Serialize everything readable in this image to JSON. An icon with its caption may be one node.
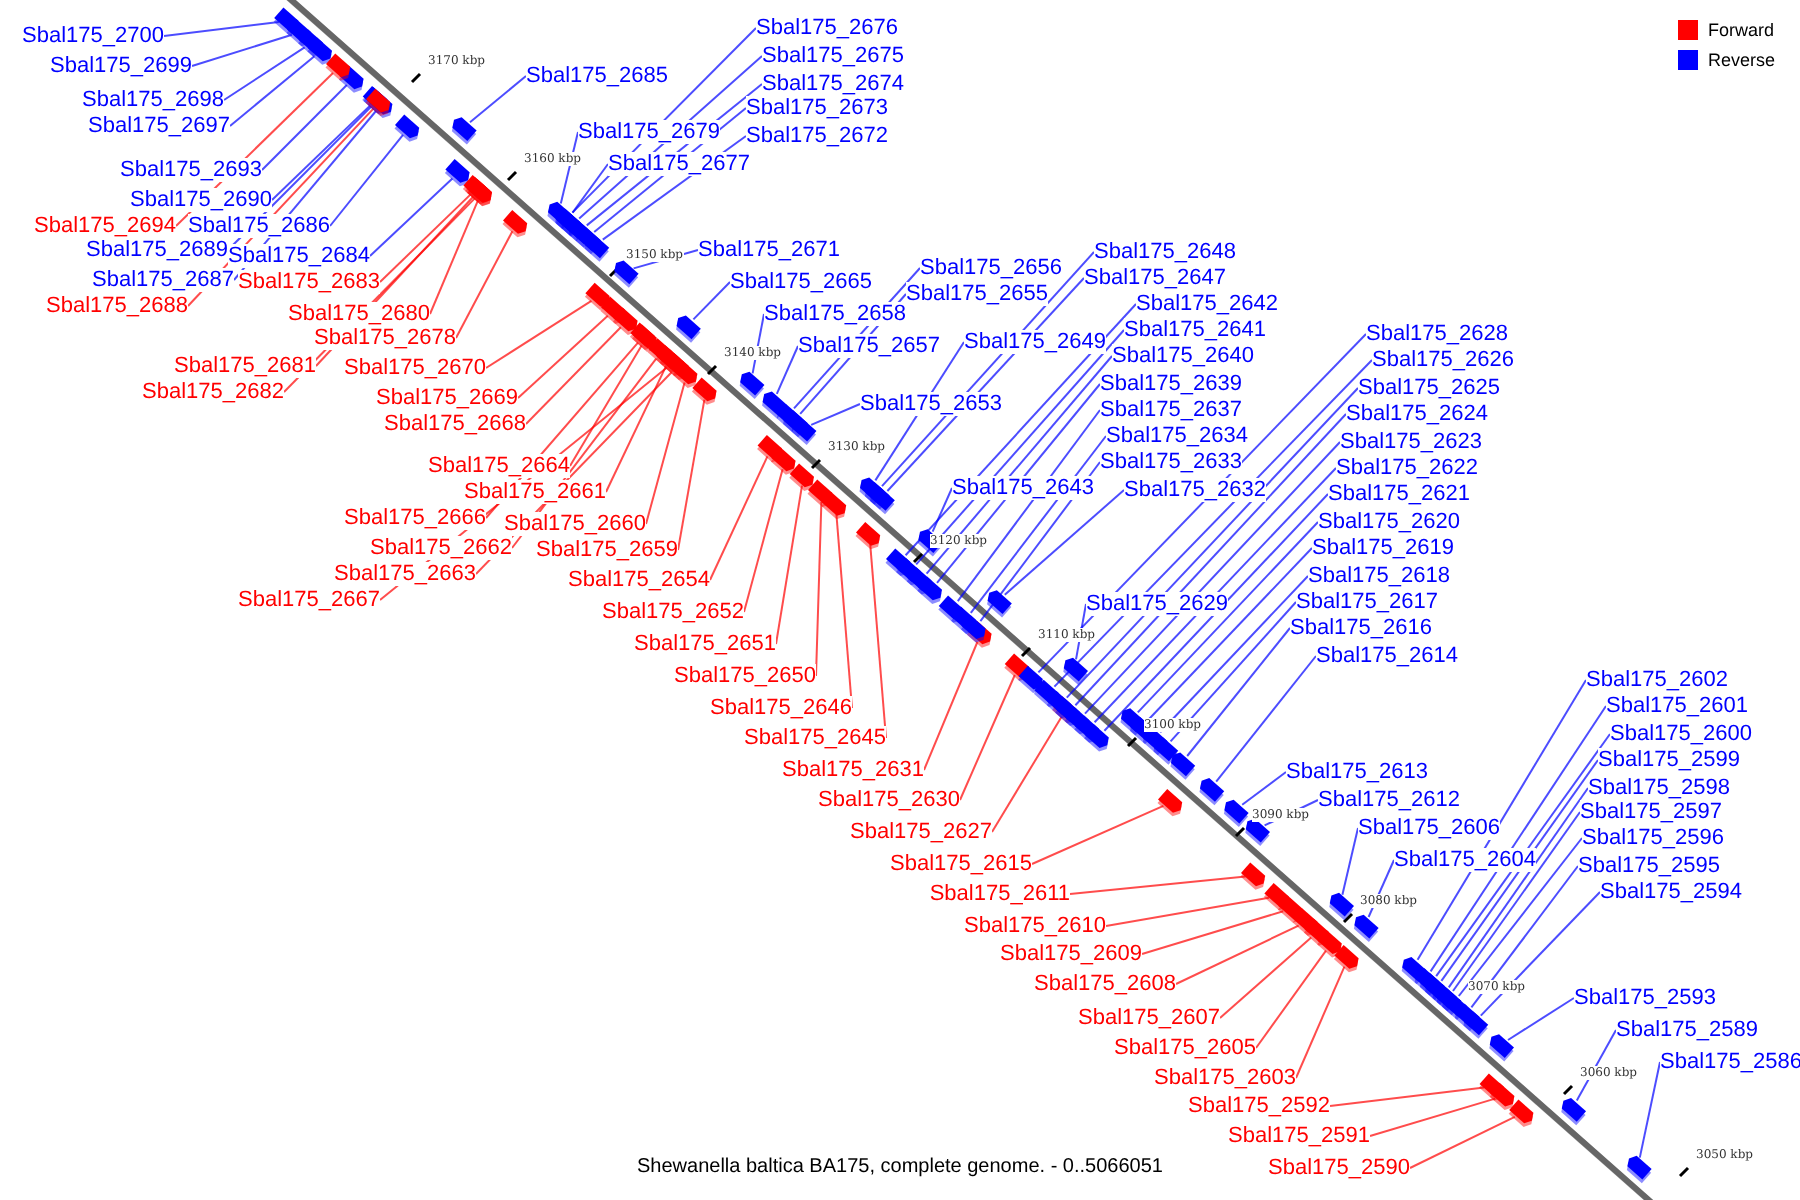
{
  "diagram": {
    "caption": "Shewanella baltica BA175, complete genome. - 0..5066051",
    "nodes": [
      {
        "text": [
          "Sbal175_2700"
        ]
      },
      {
        "text": [
          "Sbal175_2699"
        ]
      },
      {
        "text": [
          "Sbal175_2698"
        ]
      },
      {
        "text": [
          "Sbal175_2697"
        ]
      },
      {
        "text": [
          "Sbal175_2693"
        ]
      },
      {
        "text": [
          "Sbal175_2690"
        ]
      },
      {
        "text": [
          "Sbal175_2694"
        ]
      },
      {
        "text": [
          "Sbal175_2686"
        ]
      },
      {
        "text": [
          "Sbal175_2689"
        ]
      },
      {
        "text": [
          "Sbal175_2684"
        ]
      },
      {
        "text": [
          "Sbal175_2687"
        ]
      },
      {
        "text": [
          "Sbal175_2688"
        ]
      },
      {
        "text": [
          "Sbal175_2683"
        ]
      },
      {
        "text": [
          "Sbal175_2680"
        ]
      },
      {
        "text": [
          "Sbal175_2678"
        ]
      },
      {
        "text": [
          "Sbal175_2681"
        ]
      },
      {
        "text": [
          "Sbal175_2682"
        ]
      },
      {
        "text": [
          "Sbal175_2670"
        ]
      },
      {
        "text": [
          "Sbal175_2669"
        ]
      },
      {
        "text": [
          "Sbal175_2668"
        ]
      },
      {
        "text": [
          "Sbal175_2664"
        ]
      },
      {
        "text": [
          "Sbal175_2661"
        ]
      },
      {
        "text": [
          "Sbal175_2666"
        ]
      },
      {
        "text": [
          "Sbal175_2660"
        ]
      },
      {
        "text": [
          "Sbal175_2662"
        ]
      },
      {
        "text": [
          "Sbal175_2659"
        ]
      },
      {
        "text": [
          "Sbal175_2663"
        ]
      },
      {
        "text": [
          "Sbal175_2667"
        ]
      },
      {
        "text": [
          "Sbal175_2654"
        ]
      },
      {
        "text": [
          "Sbal175_2652"
        ]
      },
      {
        "text": [
          "Sbal175_2651"
        ]
      },
      {
        "text": [
          "Sbal175_2650"
        ]
      },
      {
        "text": [
          "Sbal175_2646"
        ]
      },
      {
        "text": [
          "Sbal175_2645"
        ]
      },
      {
        "text": [
          "Sbal175_2631"
        ]
      },
      {
        "text": [
          "Sbal175_2630"
        ]
      },
      {
        "text": [
          "Sbal175_2627"
        ]
      },
      {
        "text": [
          "Sbal175_2615"
        ]
      },
      {
        "text": [
          "Sbal175_2611"
        ]
      },
      {
        "text": [
          "Sbal175_2610"
        ]
      },
      {
        "text": [
          "Sbal175_2609"
        ]
      },
      {
        "text": [
          "Sbal175_2608"
        ]
      },
      {
        "text": [
          "Sbal175_2607"
        ]
      },
      {
        "text": [
          "Sbal175_2605"
        ]
      },
      {
        "text": [
          "Sbal175_2603"
        ]
      },
      {
        "text": [
          "Sbal175_2592"
        ]
      },
      {
        "text": [
          "Sbal175_2591"
        ]
      },
      {
        "text": [
          "Sbal175_2590"
        ]
      },
      {
        "text": [
          "Sbal175_2685"
        ]
      },
      {
        "text": [
          "Sbal175_2676"
        ]
      },
      {
        "text": [
          "Sbal175_2675"
        ]
      },
      {
        "text": [
          "Sbal175_2674"
        ]
      },
      {
        "text": [
          "Sbal175_2673"
        ]
      },
      {
        "text": [
          "Sbal175_2672"
        ]
      },
      {
        "text": [
          "Sbal175_2679"
        ]
      },
      {
        "text": [
          "Sbal175_2677"
        ]
      },
      {
        "text": [
          "Sbal175_2671"
        ]
      },
      {
        "text": [
          "Sbal175_2665"
        ]
      },
      {
        "text": [
          "Sbal175_2658"
        ]
      },
      {
        "text": [
          "Sbal175_2657"
        ]
      },
      {
        "text": [
          "Sbal175_2656"
        ]
      },
      {
        "text": [
          "Sbal175_2655"
        ]
      },
      {
        "text": [
          "Sbal175_2653"
        ]
      },
      {
        "text": [
          "Sbal175_2649"
        ]
      },
      {
        "text": [
          "Sbal175_2648"
        ]
      },
      {
        "text": [
          "Sbal175_2647"
        ]
      },
      {
        "text": [
          "Sbal175_2643"
        ]
      },
      {
        "text": [
          "Sbal175_2642"
        ]
      },
      {
        "text": [
          "Sbal175_2641"
        ]
      },
      {
        "text": [
          "Sbal175_2640"
        ]
      },
      {
        "text": [
          "Sbal175_2639"
        ]
      },
      {
        "text": [
          "Sbal175_2637"
        ]
      },
      {
        "text": [
          "Sbal175_2634"
        ]
      },
      {
        "text": [
          "Sbal175_2633"
        ]
      },
      {
        "text": [
          "Sbal175_2632"
        ]
      },
      {
        "text": [
          "Sbal175_2628"
        ]
      },
      {
        "text": [
          "Sbal175_2626"
        ]
      },
      {
        "text": [
          "Sbal175_2625"
        ]
      },
      {
        "text": [
          "Sbal175_2624"
        ]
      },
      {
        "text": [
          "Sbal175_2623"
        ]
      },
      {
        "text": [
          "Sbal175_2622"
        ]
      },
      {
        "text": [
          "Sbal175_2621"
        ]
      },
      {
        "text": [
          "Sbal175_2620"
        ]
      },
      {
        "text": [
          "Sbal175_2619"
        ]
      },
      {
        "text": [
          "Sbal175_2618"
        ]
      },
      {
        "text": [
          "Sbal175_2617"
        ]
      },
      {
        "text": [
          "Sbal175_2616"
        ]
      },
      {
        "text": [
          "Sbal175_2614"
        ]
      },
      {
        "text": [
          "Sbal175_2629"
        ]
      },
      {
        "text": [
          "Sbal175_2613"
        ]
      },
      {
        "text": [
          "Sbal175_2612"
        ]
      },
      {
        "text": [
          "Sbal175_2606"
        ]
      },
      {
        "text": [
          "Sbal175_2604"
        ]
      },
      {
        "text": [
          "Sbal175_2602"
        ]
      },
      {
        "text": [
          "Sbal175_2601"
        ]
      },
      {
        "text": [
          "Sbal175_2600"
        ]
      },
      {
        "text": [
          "Sbal175_2599"
        ]
      },
      {
        "text": [
          "Sbal175_2598"
        ]
      },
      {
        "text": [
          "Sbal175_2597"
        ]
      },
      {
        "text": [
          "Sbal175_2596"
        ]
      },
      {
        "text": [
          "Sbal175_2595"
        ]
      },
      {
        "text": [
          "Sbal175_2594"
        ]
      },
      {
        "text": [
          "Sbal175_2593"
        ]
      },
      {
        "text": [
          "Sbal175_2589"
        ]
      },
      {
        "text": [
          "Sbal175_2586"
        ]
      },
      {
        "text": [],
        "shape": "arrow"
      },
      {
        "text": [],
        "shape": "arrow"
      },
      {
        "text": [],
        "shape": "arrow"
      },
      {
        "text": [],
        "shape": "arrow"
      },
      {
        "text": [],
        "shape": "arrow"
      },
      {
        "text": [],
        "shape": "arrow"
      },
      {
        "text": [],
        "shape": "arrow"
      },
      {
        "text": [],
        "shape": "arrow"
      },
      {
        "text": [],
        "shape": "arrow"
      },
      {
        "text": [],
        "shape": "arrow"
      },
      {
        "text": [],
        "shape": "arrow"
      },
      {
        "text": [],
        "shape": "arrow"
      },
      {
        "text": [],
        "shape": "arrow"
      },
      {
        "text": [],
        "shape": "arrow"
      },
      {
        "text": [],
        "shape": "arrow"
      },
      {
        "text": [],
        "shape": "arrow"
      },
      {
        "text": [],
        "shape": "arrow"
      },
      {
        "text": [],
        "shape": "arrow"
      },
      {
        "text": [],
        "shape": "arrow"
      },
      {
        "text": [],
        "shape": "arrow"
      },
      {
        "text": [],
        "shape": "arrow"
      },
      {
        "text": [],
        "shape": "arrow"
      },
      {
        "text": [],
        "shape": "arrow"
      },
      {
        "text": [],
        "shape": "arrow"
      },
      {
        "text": [],
        "shape": "arrow"
      },
      {
        "text": [],
        "shape": "arrow"
      },
      {
        "text": [],
        "shape": "arrow"
      },
      {
        "text": [],
        "shape": "arrow"
      },
      {
        "text": [],
        "shape": "arrow"
      },
      {
        "text": [],
        "shape": "arrow"
      },
      {
        "text": [],
        "shape": "arrow"
      },
      {
        "text": [],
        "shape": "arrow"
      },
      {
        "text": [],
        "shape": "arrow"
      },
      {
        "text": [],
        "shape": "arrow"
      },
      {
        "text": [],
        "shape": "arrow"
      },
      {
        "text": [],
        "shape": "arrow"
      },
      {
        "text": [],
        "shape": "arrow"
      },
      {
        "text": [],
        "shape": "arrow"
      },
      {
        "text": [],
        "shape": "arrow"
      },
      {
        "text": [],
        "shape": "arrow"
      },
      {
        "text": [],
        "shape": "arrow"
      },
      {
        "text": [],
        "shape": "arrow"
      },
      {
        "text": [],
        "shape": "arrow"
      },
      {
        "text": [],
        "shape": "arrow"
      },
      {
        "text": [],
        "shape": "arrow"
      },
      {
        "text": [],
        "shape": "arrow"
      },
      {
        "text": [],
        "shape": "arrow"
      },
      {
        "text": [],
        "shape": "arrow"
      },
      {
        "text": [],
        "shape": "arrow"
      },
      {
        "text": [],
        "shape": "arrow"
      },
      {
        "text": [],
        "shape": "arrow"
      },
      {
        "text": [],
        "shape": "arrow"
      },
      {
        "text": [],
        "shape": "arrow"
      },
      {
        "text": [],
        "shape": "arrow"
      },
      {
        "text": [],
        "shape": "arrow"
      },
      {
        "text": [],
        "shape": "arrow"
      },
      {
        "text": [],
        "shape": "arrow"
      },
      {
        "text": [],
        "shape": "arrow"
      },
      {
        "text": [],
        "shape": "arrow"
      },
      {
        "text": [],
        "shape": "arrow"
      },
      {
        "text": [],
        "shape": "arrow"
      },
      {
        "text": [],
        "shape": "arrow"
      },
      {
        "text": [],
        "shape": "arrow"
      },
      {
        "text": [],
        "shape": "arrow"
      },
      {
        "text": [],
        "shape": "arrow"
      },
      {
        "text": [],
        "shape": "arrow"
      },
      {
        "text": [],
        "shape": "arrow"
      },
      {
        "text": [],
        "shape": "arrow"
      },
      {
        "text": [],
        "shape": "arrow"
      },
      {
        "text": [],
        "shape": "arrow"
      },
      {
        "text": [],
        "shape": "arrow"
      },
      {
        "text": [],
        "shape": "arrow"
      },
      {
        "text": [],
        "shape": "arrow"
      },
      {
        "text": [],
        "shape": "arrow"
      },
      {
        "text": [],
        "shape": "arrow"
      },
      {
        "text": [],
        "shape": "arrow"
      },
      {
        "text": [],
        "shape": "arrow"
      },
      {
        "text": [],
        "shape": "arrow"
      },
      {
        "text": [],
        "shape": "arrow"
      },
      {
        "text": [],
        "shape": "arrow"
      },
      {
        "text": [],
        "shape": "arrow"
      },
      {
        "text": [],
        "shape": "arrow"
      },
      {
        "text": [],
        "shape": "arrow"
      },
      {
        "text": [],
        "shape": "arrow"
      },
      {
        "text": [],
        "shape": "arrow"
      },
      {
        "text": [],
        "shape": "arrow"
      },
      {
        "text": [],
        "shape": "arrow"
      },
      {
        "text": [],
        "shape": "arrow"
      },
      {
        "text": [],
        "shape": "arrow"
      },
      {
        "text": [],
        "shape": "arrow"
      },
      {
        "text": [],
        "shape": "arrow"
      },
      {
        "text": [],
        "shape": "arrow"
      },
      {
        "text": [],
        "shape": "arrow"
      },
      {
        "text": [],
        "shape": "arrow"
      },
      {
        "text": [],
        "shape": "arrow"
      },
      {
        "text": [],
        "shape": "arrow"
      },
      {
        "text": [],
        "shape": "arrow"
      },
      {
        "text": [],
        "shape": "arrow"
      },
      {
        "text": [],
        "shape": "arrow"
      },
      {
        "text": [],
        "shape": "arrow"
      },
      {
        "text": [],
        "shape": "arrow"
      },
      {
        "text": [],
        "shape": "arrow"
      },
      {
        "text": [],
        "shape": "arrow"
      },
      {
        "text": [],
        "shape": "arrow"
      },
      {
        "text": [],
        "shape": "arrow"
      }
    ],
    "edges": [
      {
        "from": 0,
        "to": 105,
        "arrow": "none"
      },
      {
        "from": 1,
        "to": 106,
        "arrow": "none"
      },
      {
        "from": 2,
        "to": 107,
        "arrow": "none"
      },
      {
        "from": 3,
        "to": 108,
        "arrow": "none"
      },
      {
        "from": 4,
        "to": 109,
        "arrow": "none"
      },
      {
        "from": 5,
        "to": 110,
        "arrow": "none"
      },
      {
        "from": 6,
        "to": 111,
        "arrow": "none",
        "color": "#ff0000"
      },
      {
        "from": 7,
        "to": 112,
        "arrow": "none"
      },
      {
        "from": 8,
        "to": 113,
        "arrow": "none"
      },
      {
        "from": 9,
        "to": 114,
        "arrow": "none"
      },
      {
        "from": 10,
        "to": 115,
        "arrow": "none"
      },
      {
        "from": 11,
        "to": 116,
        "arrow": "none",
        "color": "#ff0000"
      },
      {
        "from": 12,
        "to": 117,
        "arrow": "none",
        "color": "#ff0000"
      },
      {
        "from": 13,
        "to": 118,
        "arrow": "none",
        "color": "#ff0000"
      },
      {
        "from": 14,
        "to": 119,
        "arrow": "none",
        "color": "#ff0000"
      },
      {
        "from": 15,
        "to": 120,
        "arrow": "none",
        "color": "#ff0000"
      },
      {
        "from": 16,
        "to": 121,
        "arrow": "none",
        "color": "#ff0000"
      },
      {
        "from": 17,
        "to": 122,
        "arrow": "none",
        "color": "#ff0000"
      },
      {
        "from": 18,
        "to": 123,
        "arrow": "none",
        "color": "#ff0000"
      },
      {
        "from": 19,
        "to": 124,
        "arrow": "none",
        "color": "#ff0000"
      },
      {
        "from": 20,
        "to": 125,
        "arrow": "none",
        "color": "#ff0000"
      },
      {
        "from": 21,
        "to": 126,
        "arrow": "none",
        "color": "#ff0000"
      },
      {
        "from": 22,
        "to": 127,
        "arrow": "none",
        "color": "#ff0000"
      },
      {
        "from": 23,
        "to": 128,
        "arrow": "none",
        "color": "#ff0000"
      },
      {
        "from": 24,
        "to": 129,
        "arrow": "none",
        "color": "#ff0000"
      },
      {
        "from": 25,
        "to": 130,
        "arrow": "none",
        "color": "#ff0000"
      },
      {
        "from": 26,
        "to": 131,
        "arrow": "none",
        "color": "#ff0000"
      },
      {
        "from": 27,
        "to": 132,
        "arrow": "none",
        "color": "#ff0000"
      },
      {
        "from": 28,
        "to": 133,
        "arrow": "none",
        "color": "#ff0000"
      },
      {
        "from": 29,
        "to": 134,
        "arrow": "none",
        "color": "#ff0000"
      },
      {
        "from": 30,
        "to": 135,
        "arrow": "none",
        "color": "#ff0000"
      },
      {
        "from": 31,
        "to": 136,
        "arrow": "none",
        "color": "#ff0000"
      },
      {
        "from": 32,
        "to": 137,
        "arrow": "none",
        "color": "#ff0000"
      },
      {
        "from": 33,
        "to": 138,
        "arrow": "none",
        "color": "#ff0000"
      },
      {
        "from": 34,
        "to": 139,
        "arrow": "none",
        "color": "#ff0000"
      },
      {
        "from": 35,
        "to": 140,
        "arrow": "none",
        "color": "#ff0000"
      },
      {
        "from": 36,
        "to": 141,
        "arrow": "none",
        "color": "#ff0000"
      },
      {
        "from": 37,
        "to": 142,
        "arrow": "none",
        "color": "#ff0000"
      },
      {
        "from": 38,
        "to": 143,
        "arrow": "none",
        "color": "#ff0000"
      },
      {
        "from": 39,
        "to": 144,
        "arrow": "none",
        "color": "#ff0000"
      },
      {
        "from": 40,
        "to": 145,
        "arrow": "none",
        "color": "#ff0000"
      },
      {
        "from": 41,
        "to": 146,
        "arrow": "none",
        "color": "#ff0000"
      },
      {
        "from": 42,
        "to": 147,
        "arrow": "none",
        "color": "#ff0000"
      },
      {
        "from": 43,
        "to": 148,
        "arrow": "none",
        "color": "#ff0000"
      },
      {
        "from": 44,
        "to": 149,
        "arrow": "none",
        "color": "#ff0000"
      },
      {
        "from": 45,
        "to": 150,
        "arrow": "none",
        "color": "#ff0000"
      },
      {
        "from": 46,
        "to": 151,
        "arrow": "none",
        "color": "#ff0000"
      },
      {
        "from": 47,
        "to": 152,
        "arrow": "none",
        "color": "#ff0000"
      },
      {
        "from": 48,
        "to": 153,
        "arrow": "none"
      },
      {
        "from": 49,
        "to": 154,
        "arrow": "none"
      },
      {
        "from": 50,
        "to": 155,
        "arrow": "none"
      },
      {
        "from": 51,
        "to": 156,
        "arrow": "none"
      },
      {
        "from": 52,
        "to": 157,
        "arrow": "none"
      },
      {
        "from": 53,
        "to": 158,
        "arrow": "none"
      },
      {
        "from": 54,
        "to": 159,
        "arrow": "none"
      },
      {
        "from": 55,
        "to": 160,
        "arrow": "none"
      },
      {
        "from": 56,
        "to": 161,
        "arrow": "none"
      },
      {
        "from": 57,
        "to": 162,
        "arrow": "none"
      },
      {
        "from": 58,
        "to": 163,
        "arrow": "none"
      },
      {
        "from": 59,
        "to": 164,
        "arrow": "none"
      },
      {
        "from": 60,
        "to": 165,
        "arrow": "none"
      },
      {
        "from": 61,
        "to": 166,
        "arrow": "none"
      },
      {
        "from": 62,
        "to": 167,
        "arrow": "none"
      },
      {
        "from": 63,
        "to": 168,
        "arrow": "none"
      },
      {
        "from": 64,
        "to": 169,
        "arrow": "none"
      },
      {
        "from": 65,
        "to": 170,
        "arrow": "none"
      },
      {
        "from": 66,
        "to": 171,
        "arrow": "none"
      },
      {
        "from": 67,
        "to": 172,
        "arrow": "none"
      },
      {
        "from": 68,
        "to": 173,
        "arrow": "none"
      },
      {
        "from": 69,
        "to": 174,
        "arrow": "none"
      },
      {
        "from": 70,
        "to": 175,
        "arrow": "none"
      },
      {
        "from": 71,
        "to": 176,
        "arrow": "none"
      },
      {
        "from": 72,
        "to": 177,
        "arrow": "none"
      },
      {
        "from": 73,
        "to": 178,
        "arrow": "none"
      },
      {
        "from": 74,
        "to": 179,
        "arrow": "none"
      },
      {
        "from": 75,
        "to": 180,
        "arrow": "none"
      },
      {
        "from": 76,
        "to": 181,
        "arrow": "none"
      },
      {
        "from": 77,
        "to": 182,
        "arrow": "none"
      },
      {
        "from": 78,
        "to": 183,
        "arrow": "none"
      },
      {
        "from": 79,
        "to": 184,
        "arrow": "none"
      },
      {
        "from": 80,
        "to": 185,
        "arrow": "none"
      },
      {
        "from": 81,
        "to": 186,
        "arrow": "none"
      },
      {
        "from": 82,
        "to": 187,
        "arrow": "none"
      },
      {
        "from": 83,
        "to": 188,
        "arrow": "none"
      },
      {
        "from": 84,
        "to": 189,
        "arrow": "none"
      },
      {
        "from": 85,
        "to": 190,
        "arrow": "none"
      },
      {
        "from": 86,
        "to": 191,
        "arrow": "none"
      },
      {
        "from": 87,
        "to": 192,
        "arrow": "none"
      },
      {
        "from": 88,
        "to": 193,
        "arrow": "none"
      },
      {
        "from": 89,
        "to": 194,
        "arrow": "none"
      },
      {
        "from": 90,
        "to": 195,
        "arrow": "none"
      },
      {
        "from": 91,
        "to": 196,
        "arrow": "none"
      },
      {
        "from": 92,
        "to": 197,
        "arrow": "none"
      },
      {
        "from": 93,
        "to": 198,
        "arrow": "none"
      },
      {
        "from": 94,
        "to": 199,
        "arrow": "none"
      },
      {
        "from": 95,
        "to": 200,
        "arrow": "none"
      },
      {
        "from": 96,
        "to": 201,
        "arrow": "none"
      },
      {
        "from": 97,
        "to": 202,
        "arrow": "none"
      },
      {
        "from": 98,
        "to": 203,
        "arrow": "none"
      },
      {
        "from": 99,
        "to": 204,
        "arrow": "none"
      },
      {
        "from": 100,
        "to": 205,
        "arrow": "none"
      },
      {
        "from": 101,
        "to": 206,
        "arrow": "none"
      },
      {
        "from": 102,
        "to": 207,
        "arrow": "none"
      },
      {
        "from": 103,
        "to": 208,
        "arrow": "none"
      },
      {
        "from": 104,
        "to": 209,
        "arrow": "none"
      }
    ],
    "labels": [
      "3170 kbp",
      "3160 kbp",
      "3150 kbp",
      "3140 kbp",
      "3130 kbp",
      "3120 kbp",
      "3110 kbp",
      "3100 kbp",
      "3090 kbp",
      "3080 kbp",
      "3070 kbp",
      "3060 kbp",
      "3050 kbp"
    ],
    "legend": [
      {
        "text": "Forward",
        "color": "#ff0000"
      },
      {
        "text": "Reverse",
        "color": "#0000ff"
      }
    ]
  }
}
